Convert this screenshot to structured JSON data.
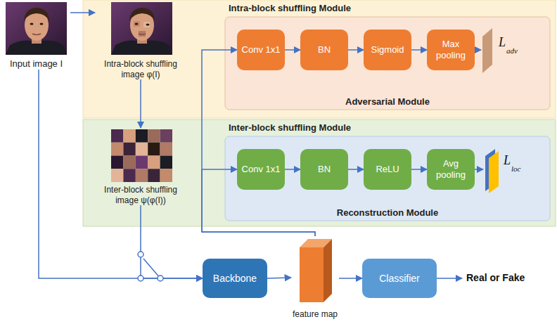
{
  "diagram": {
    "nodes": [
      {
        "text": [
          "Input image I"
        ]
      },
      {
        "text": [
          "Intra-block shuffling Module"
        ]
      },
      {
        "text": [
          "Intra-block shuffling image φ(I)"
        ],
        "in": 1
      },
      {
        "text": [
          "Adversarial Module"
        ],
        "in": 1
      },
      {
        "text": [
          "Conv 1x1"
        ],
        "in": 3
      },
      {
        "text": [
          "BN"
        ],
        "in": 3
      },
      {
        "text": [
          "Sigmoid"
        ],
        "in": 3
      },
      {
        "text": [
          "Max pooling"
        ],
        "in": 3
      },
      {
        "text": [
          "Inter-block shuffling Module"
        ]
      },
      {
        "text": [
          "Inter-block shuffling image ψ(φ(I))"
        ],
        "in": 8
      },
      {
        "text": [
          "Reconstruction Module"
        ],
        "in": 8
      },
      {
        "text": [
          "Conv 1x1"
        ],
        "in": 10
      },
      {
        "text": [
          "BN"
        ],
        "in": 10
      },
      {
        "text": [
          "ReLU"
        ],
        "in": 10
      },
      {
        "text": [
          "Avg pooling"
        ],
        "in": 10
      },
      {
        "text": [
          "Backbone"
        ]
      },
      {
        "text": [
          "feature map"
        ]
      },
      {
        "text": [
          "Classifier"
        ]
      }
    ],
    "edges": [
      {
        "from": 0,
        "to": 2,
        "arrow": "to"
      },
      {
        "from": 2,
        "to": 9,
        "arrow": "to"
      },
      {
        "from": 4,
        "to": 5,
        "arrow": "to"
      },
      {
        "from": 5,
        "to": 6,
        "arrow": "to"
      },
      {
        "from": 6,
        "to": 7,
        "arrow": "to"
      },
      {
        "from": 11,
        "to": 12,
        "arrow": "to"
      },
      {
        "from": 12,
        "to": 13,
        "arrow": "to"
      },
      {
        "from": 13,
        "to": 14,
        "arrow": "to"
      },
      {
        "from": 0,
        "to": 15,
        "arrow": "to"
      },
      {
        "from": 9,
        "to": 15,
        "arrow": "to"
      },
      {
        "from": 15,
        "to": 16,
        "arrow": "to"
      },
      {
        "from": 16,
        "to": 17,
        "arrow": "to"
      },
      {
        "from": 16,
        "to": 4,
        "arrow": "to"
      },
      {
        "from": 16,
        "to": 11,
        "arrow": "to"
      }
    ],
    "labels": [
      "L",
      "adv",
      "L",
      "loc",
      "Real or Fake"
    ]
  }
}
